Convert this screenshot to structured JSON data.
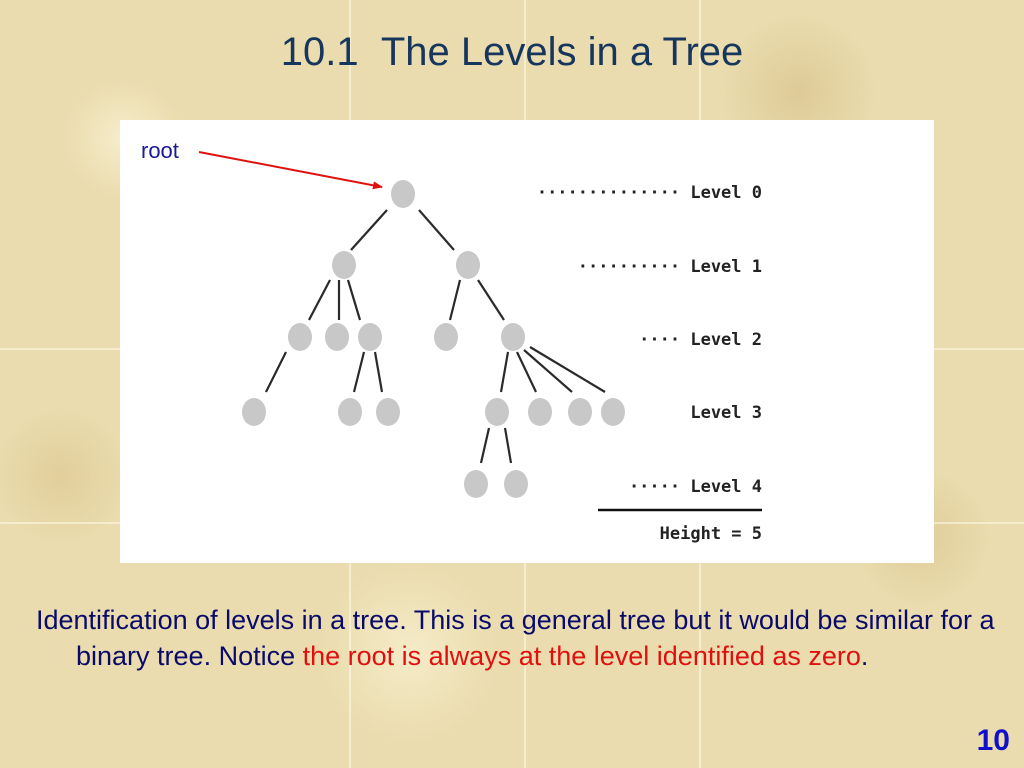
{
  "title": "10.1  The Levels in a Tree",
  "root_label": "root",
  "levels": [
    "·············· Level 0",
    "·········· Level 1",
    "···· Level 2",
    "Level 3",
    "····· Level 4"
  ],
  "height_label": "Height = 5",
  "caption": {
    "part1": "Identification of levels in a tree.  This is a general tree but it would be similar for a binary tree.  Notice ",
    "highlight": "the root is always at the level identified as zero",
    "part2": "."
  },
  "page_number": "10",
  "colors": {
    "title": "#17365d",
    "highlight": "#e01010",
    "arrow": "#e01010",
    "page_number": "#1010cc"
  }
}
